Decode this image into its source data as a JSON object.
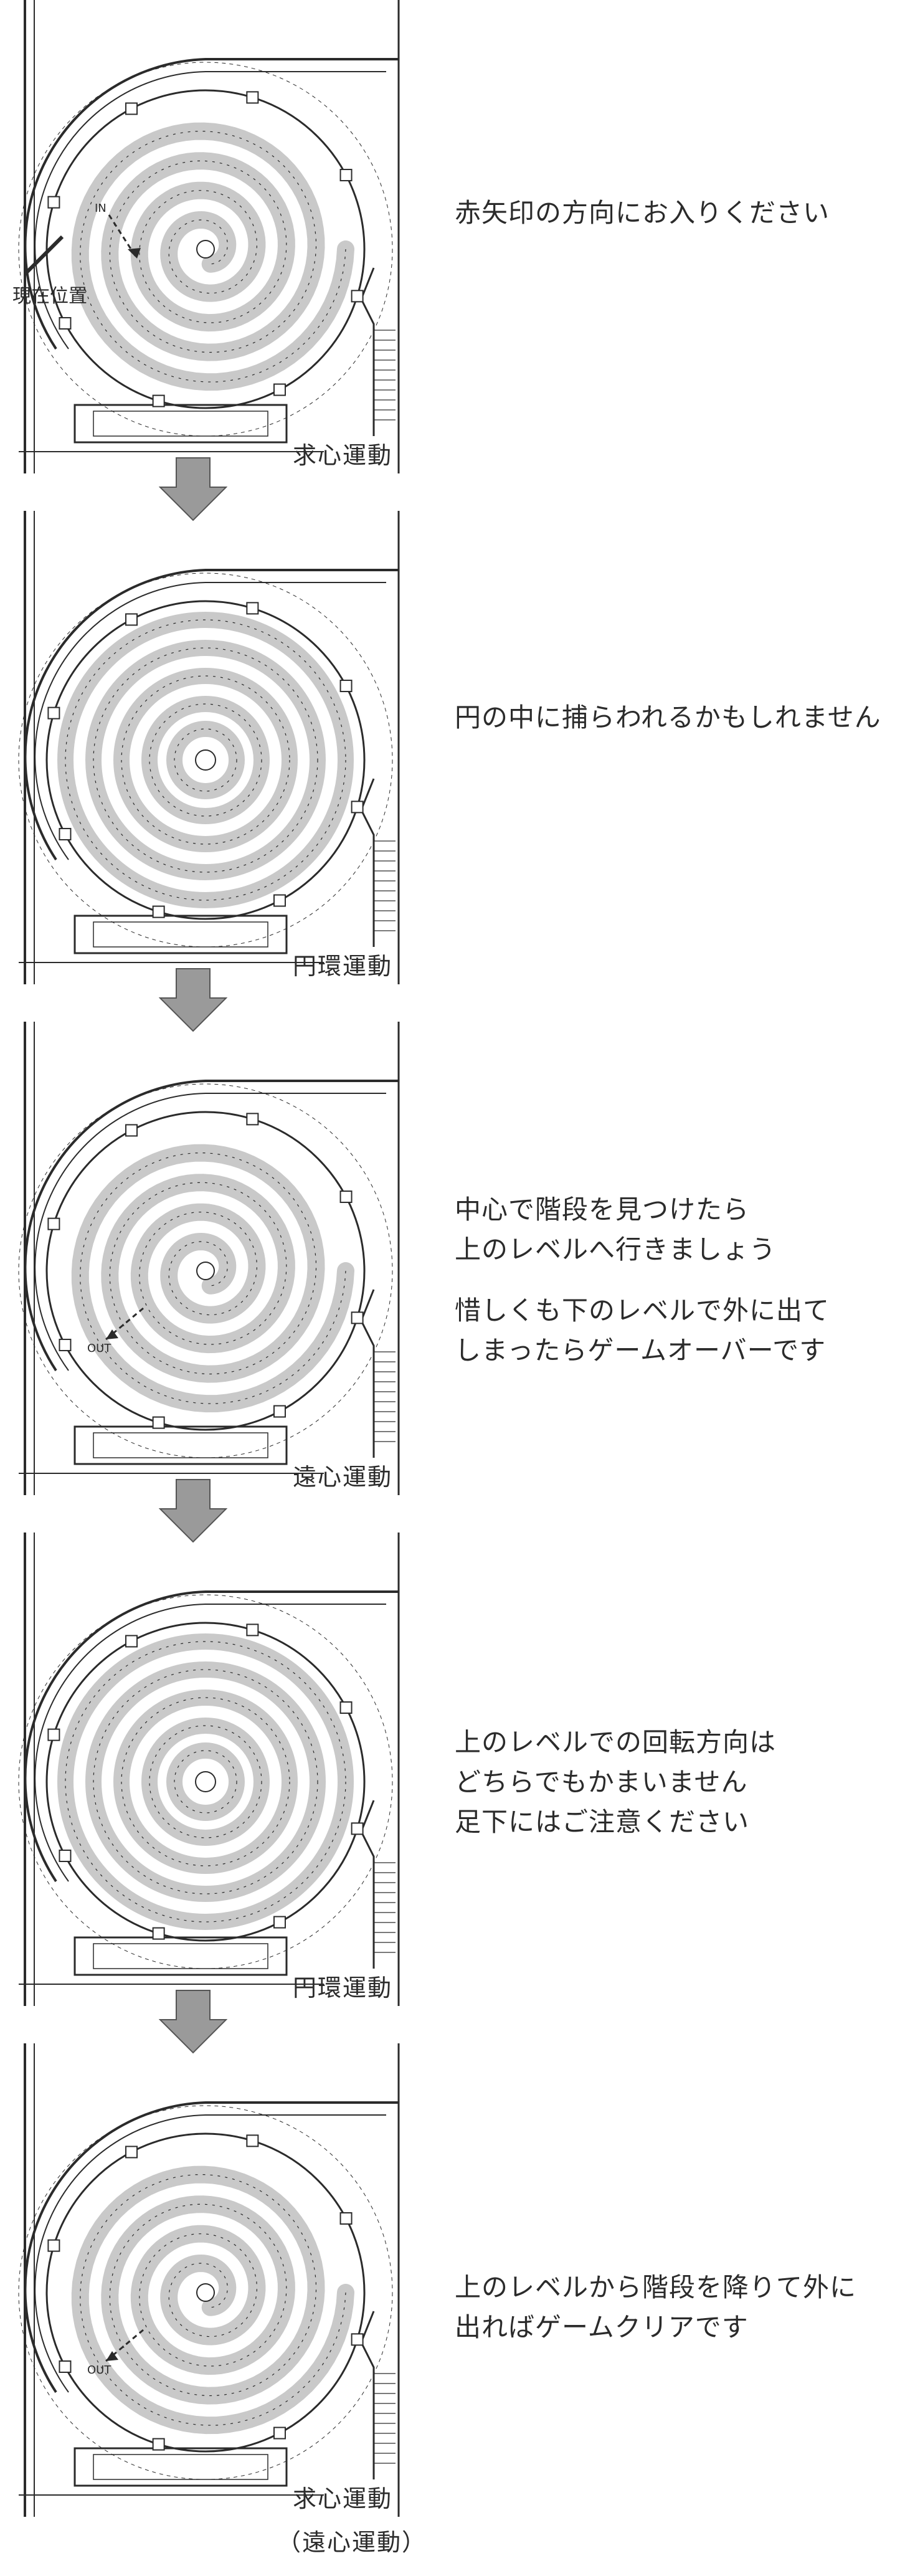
{
  "steps": [
    {
      "spiral": "inward",
      "position_label": "現在位置",
      "note_lines": [
        "赤矢印の方向にお入りください"
      ],
      "marker_in": "IN",
      "motion": "求心運動"
    },
    {
      "spiral": "rings",
      "note_lines": [
        "円の中に捕らわれるかもしれません"
      ],
      "motion": "円環運動"
    },
    {
      "spiral": "inward",
      "note_lines": [
        "中心で階段を見つけたら",
        "上のレベルへ行きましょう",
        "",
        "惜しくも下のレベルで外に出て",
        "しまったらゲームオーバーです"
      ],
      "marker_out": "OUT",
      "motion": "遠心運動"
    },
    {
      "spiral": "rings",
      "note_lines": [
        "上のレベルでの回転方向は",
        "どちらでもかまいません",
        "足下にはご注意ください"
      ],
      "motion": "円環運動"
    },
    {
      "spiral": "inward",
      "note_lines": [
        "上のレベルから階段を降りて外に",
        "出ればゲームクリアです"
      ],
      "marker_out": "OUT",
      "motion": "求心運動",
      "motion_sub": "（遠心運動）"
    }
  ],
  "colors": {
    "ink": "#2b2b2b",
    "arrow": "#9a9a9a",
    "pave": "#c9c9c9"
  }
}
